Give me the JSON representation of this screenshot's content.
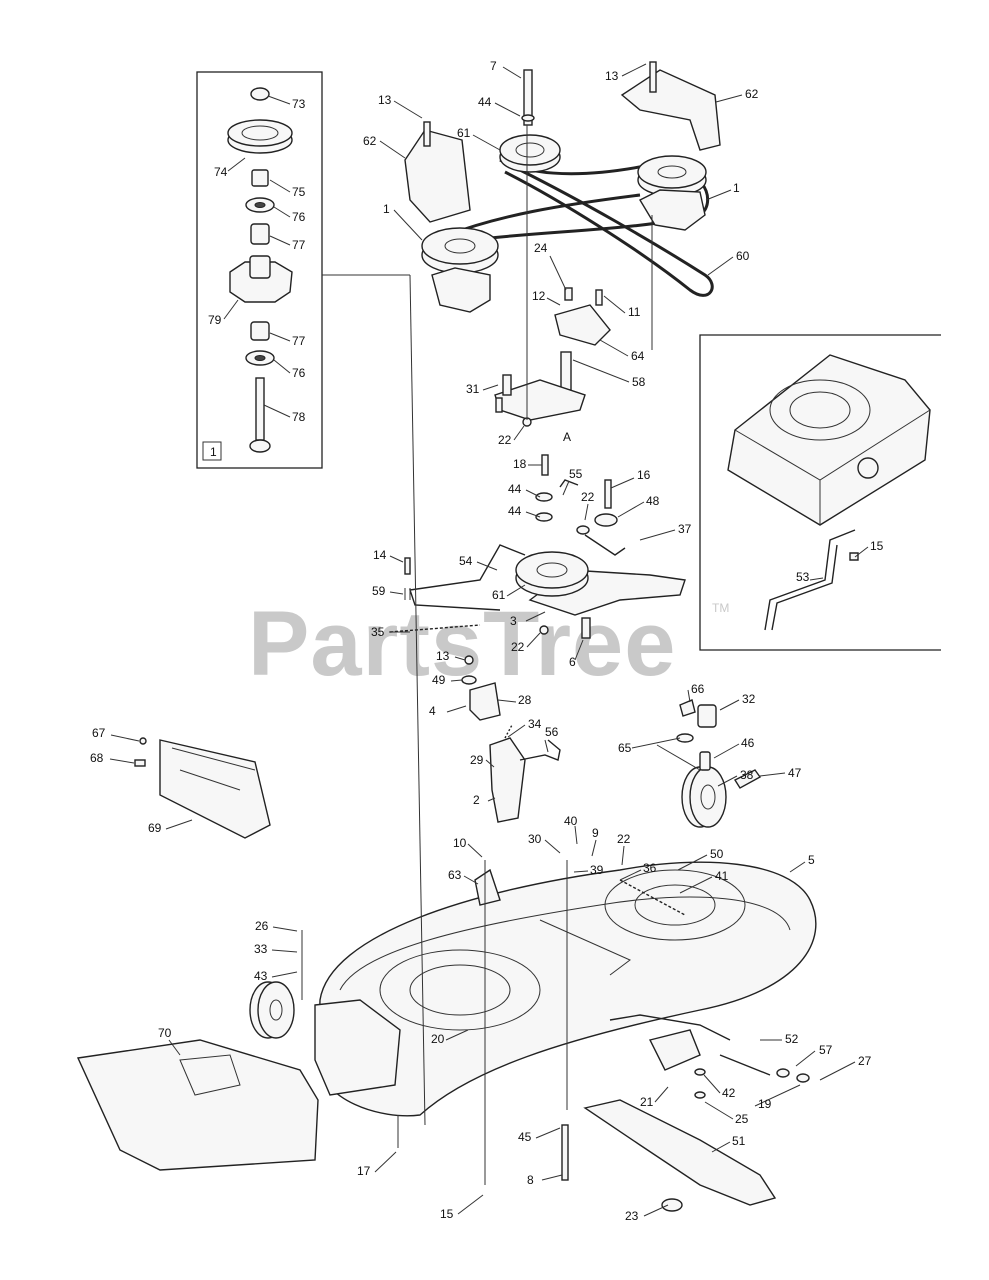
{
  "watermark": {
    "text": "PartsTree",
    "tm": "TM"
  },
  "inset_box_label": "1",
  "detail_marker": "A",
  "callouts": [
    "73",
    "74",
    "75",
    "76",
    "77",
    "79",
    "77",
    "76",
    "78",
    "13",
    "62",
    "1",
    "7",
    "44",
    "61",
    "13",
    "62",
    "1",
    "60",
    "24",
    "12",
    "11",
    "64",
    "58",
    "31",
    "22",
    "18",
    "55",
    "16",
    "44",
    "22",
    "48",
    "44",
    "37",
    "54",
    "61",
    "3",
    "22",
    "6",
    "14",
    "59",
    "35",
    "13",
    "49",
    "28",
    "4",
    "34",
    "56",
    "29",
    "2",
    "67",
    "68",
    "69",
    "66",
    "32",
    "65",
    "46",
    "38",
    "47",
    "10",
    "30",
    "40",
    "9",
    "22",
    "36",
    "50",
    "41",
    "5",
    "39",
    "63",
    "26",
    "33",
    "43",
    "70",
    "20",
    "52",
    "57",
    "27",
    "42",
    "19",
    "21",
    "25",
    "45",
    "51",
    "8",
    "17",
    "15",
    "23",
    "53",
    "15"
  ]
}
